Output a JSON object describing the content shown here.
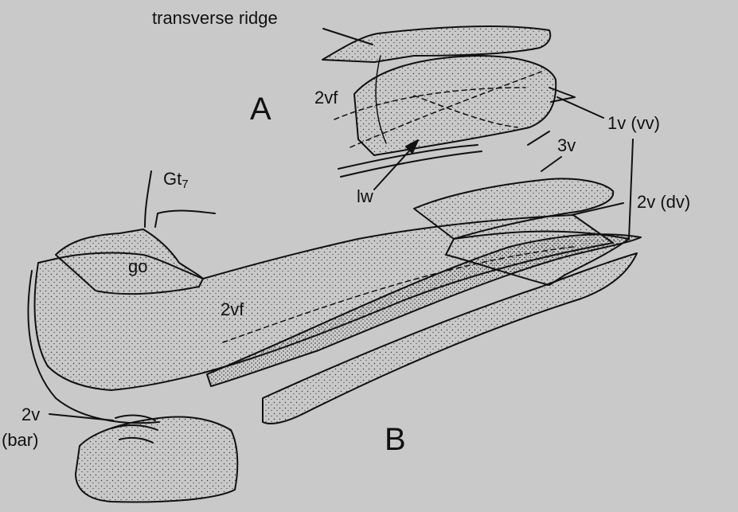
{
  "figure": {
    "background": "#c9c9c9",
    "ink": "#111111",
    "panels": {
      "a": "A",
      "b": "B"
    },
    "labels": {
      "transverse_ridge": "transverse ridge",
      "vf2_a": "2vf",
      "lw": "lw",
      "v1_vv": "1v (vv)",
      "v3": "3v",
      "gt7_base": "Gt",
      "gt7_sub": "7",
      "v2_dv": "2v (dv)",
      "go": "go",
      "vf2_b": "2vf",
      "v2_bar_line1": "2v",
      "v2_bar_line2": "(bar)"
    }
  }
}
